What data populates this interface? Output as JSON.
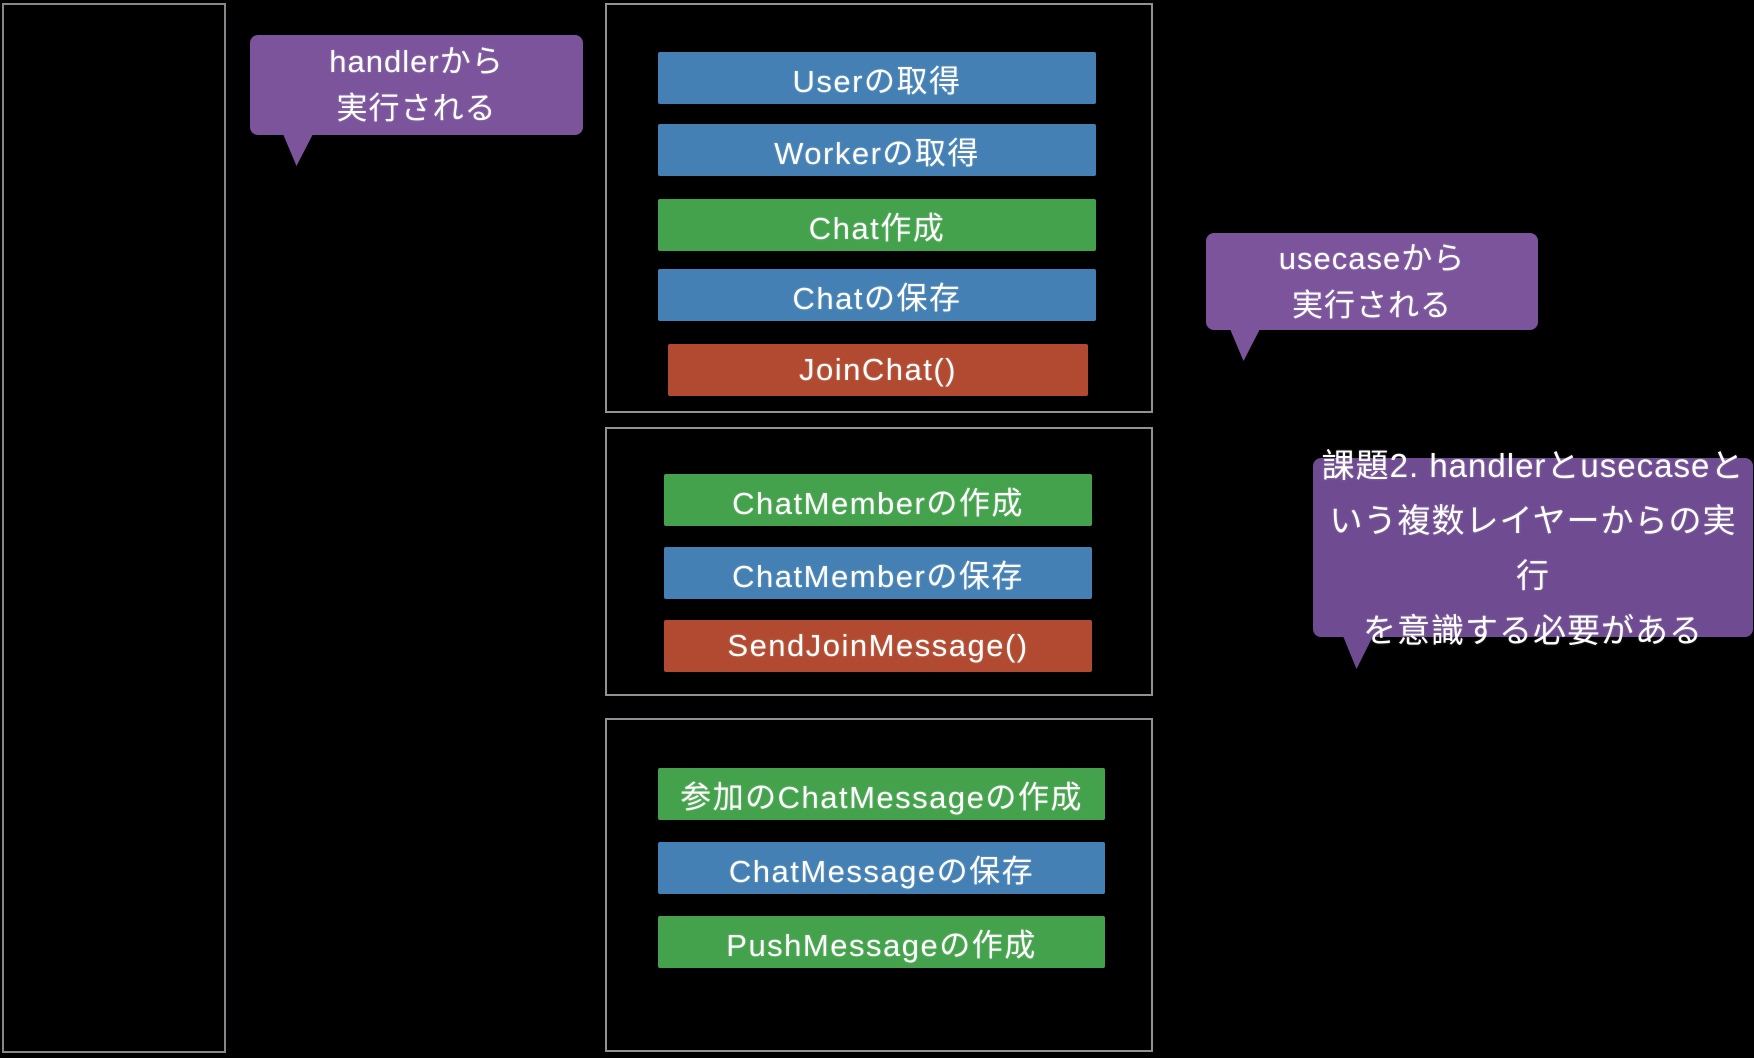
{
  "palette": {
    "background": "#000000",
    "box_border": "#919196",
    "bar_blue": "#4480b4",
    "bar_green": "#43a24b",
    "bar_red": "#b14a30",
    "callout_purple": "#7b549c",
    "callout_purple_dark": "#6f4c91",
    "text": "#ffffff"
  },
  "callouts": {
    "handler": {
      "lines": [
        "handlerから",
        "実行される"
      ]
    },
    "usecase": {
      "lines": [
        "usecaseから",
        "実行される"
      ]
    },
    "issue": {
      "lines": [
        "課題2. handlerとusecaseと",
        "いう複数レイヤーからの実行",
        "を意識する必要がある"
      ]
    }
  },
  "groups": {
    "first": {
      "steps": [
        {
          "label": "Userの取得",
          "type": "blue"
        },
        {
          "label": "Workerの取得",
          "type": "blue"
        },
        {
          "label": "Chat作成",
          "type": "green"
        },
        {
          "label": "Chatの保存",
          "type": "blue"
        },
        {
          "label": "JoinChat()",
          "type": "red"
        }
      ]
    },
    "second": {
      "steps": [
        {
          "label": "ChatMemberの作成",
          "type": "green"
        },
        {
          "label": "ChatMemberの保存",
          "type": "blue"
        },
        {
          "label": "SendJoinMessage()",
          "type": "red"
        }
      ]
    },
    "third": {
      "steps": [
        {
          "label": "参加のChatMessageの作成",
          "type": "green"
        },
        {
          "label": "ChatMessageの保存",
          "type": "blue"
        },
        {
          "label": "PushMessageの作成",
          "type": "green"
        }
      ]
    }
  }
}
